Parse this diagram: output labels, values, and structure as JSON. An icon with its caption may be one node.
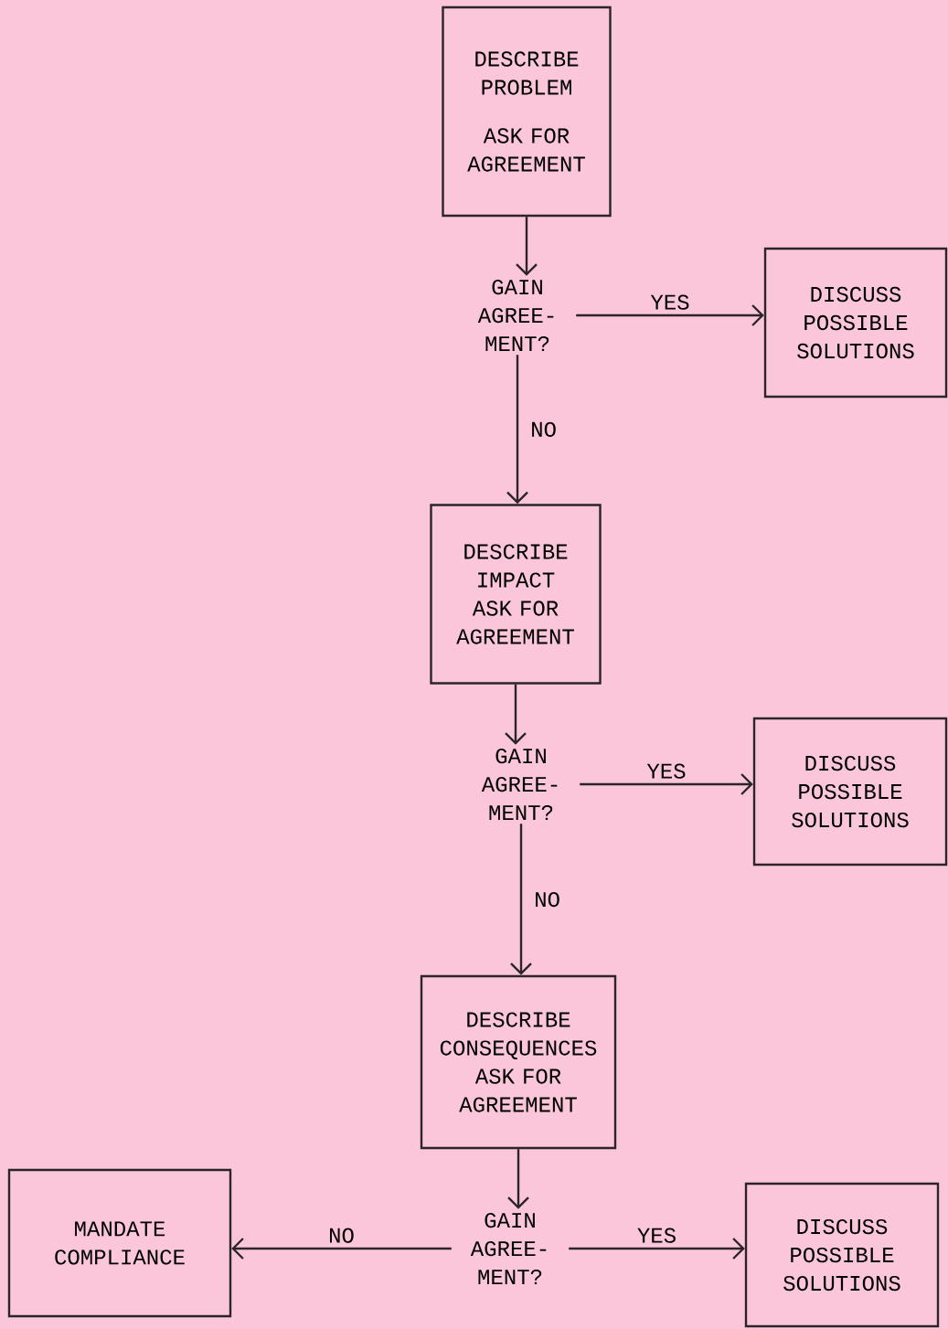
{
  "diagram": {
    "nodes": [
      {
        "text": [
          "DESCRIBE PROBLEM",
          "ASK FOR AGREEMENT"
        ]
      },
      {
        "text": [
          "GAIN AGREE- MENT?"
        ]
      },
      {
        "text": [
          "DISCUSS POSSIBLE SOLUTIONS"
        ]
      },
      {
        "text": [
          "DESCRIBE IMPACT",
          "ASK FOR AGREEMENT"
        ]
      },
      {
        "text": [
          "GAIN AGREE- MENT?"
        ]
      },
      {
        "text": [
          "DISCUSS POSSIBLE SOLUTIONS"
        ]
      },
      {
        "text": [
          "DESCRIBE CONSEQUENCES",
          "ASK FOR AGREEMENT"
        ]
      },
      {
        "text": [
          "GAIN AGREE- MENT?"
        ]
      },
      {
        "text": [
          "MANDATE COMPLIANCE"
        ]
      },
      {
        "text": [
          "DISCUSS POSSIBLE SOLUTIONS"
        ]
      }
    ],
    "edges": [
      {
        "from": 0,
        "to": 1,
        "arrow": "to"
      },
      {
        "from": 1,
        "to": 2,
        "arrow": "to",
        "label": "YES"
      },
      {
        "from": 1,
        "to": 3,
        "arrow": "to",
        "label": "NO"
      },
      {
        "from": 3,
        "to": 4,
        "arrow": "to"
      },
      {
        "from": 4,
        "to": 5,
        "arrow": "to",
        "label": "YES"
      },
      {
        "from": 4,
        "to": 6,
        "arrow": "to",
        "label": "NO"
      },
      {
        "from": 6,
        "to": 7,
        "arrow": "to"
      },
      {
        "from": 7,
        "to": 8,
        "arrow": "to",
        "label": "NO"
      },
      {
        "from": 7,
        "to": 9,
        "arrow": "to",
        "label": "YES"
      }
    ]
  }
}
